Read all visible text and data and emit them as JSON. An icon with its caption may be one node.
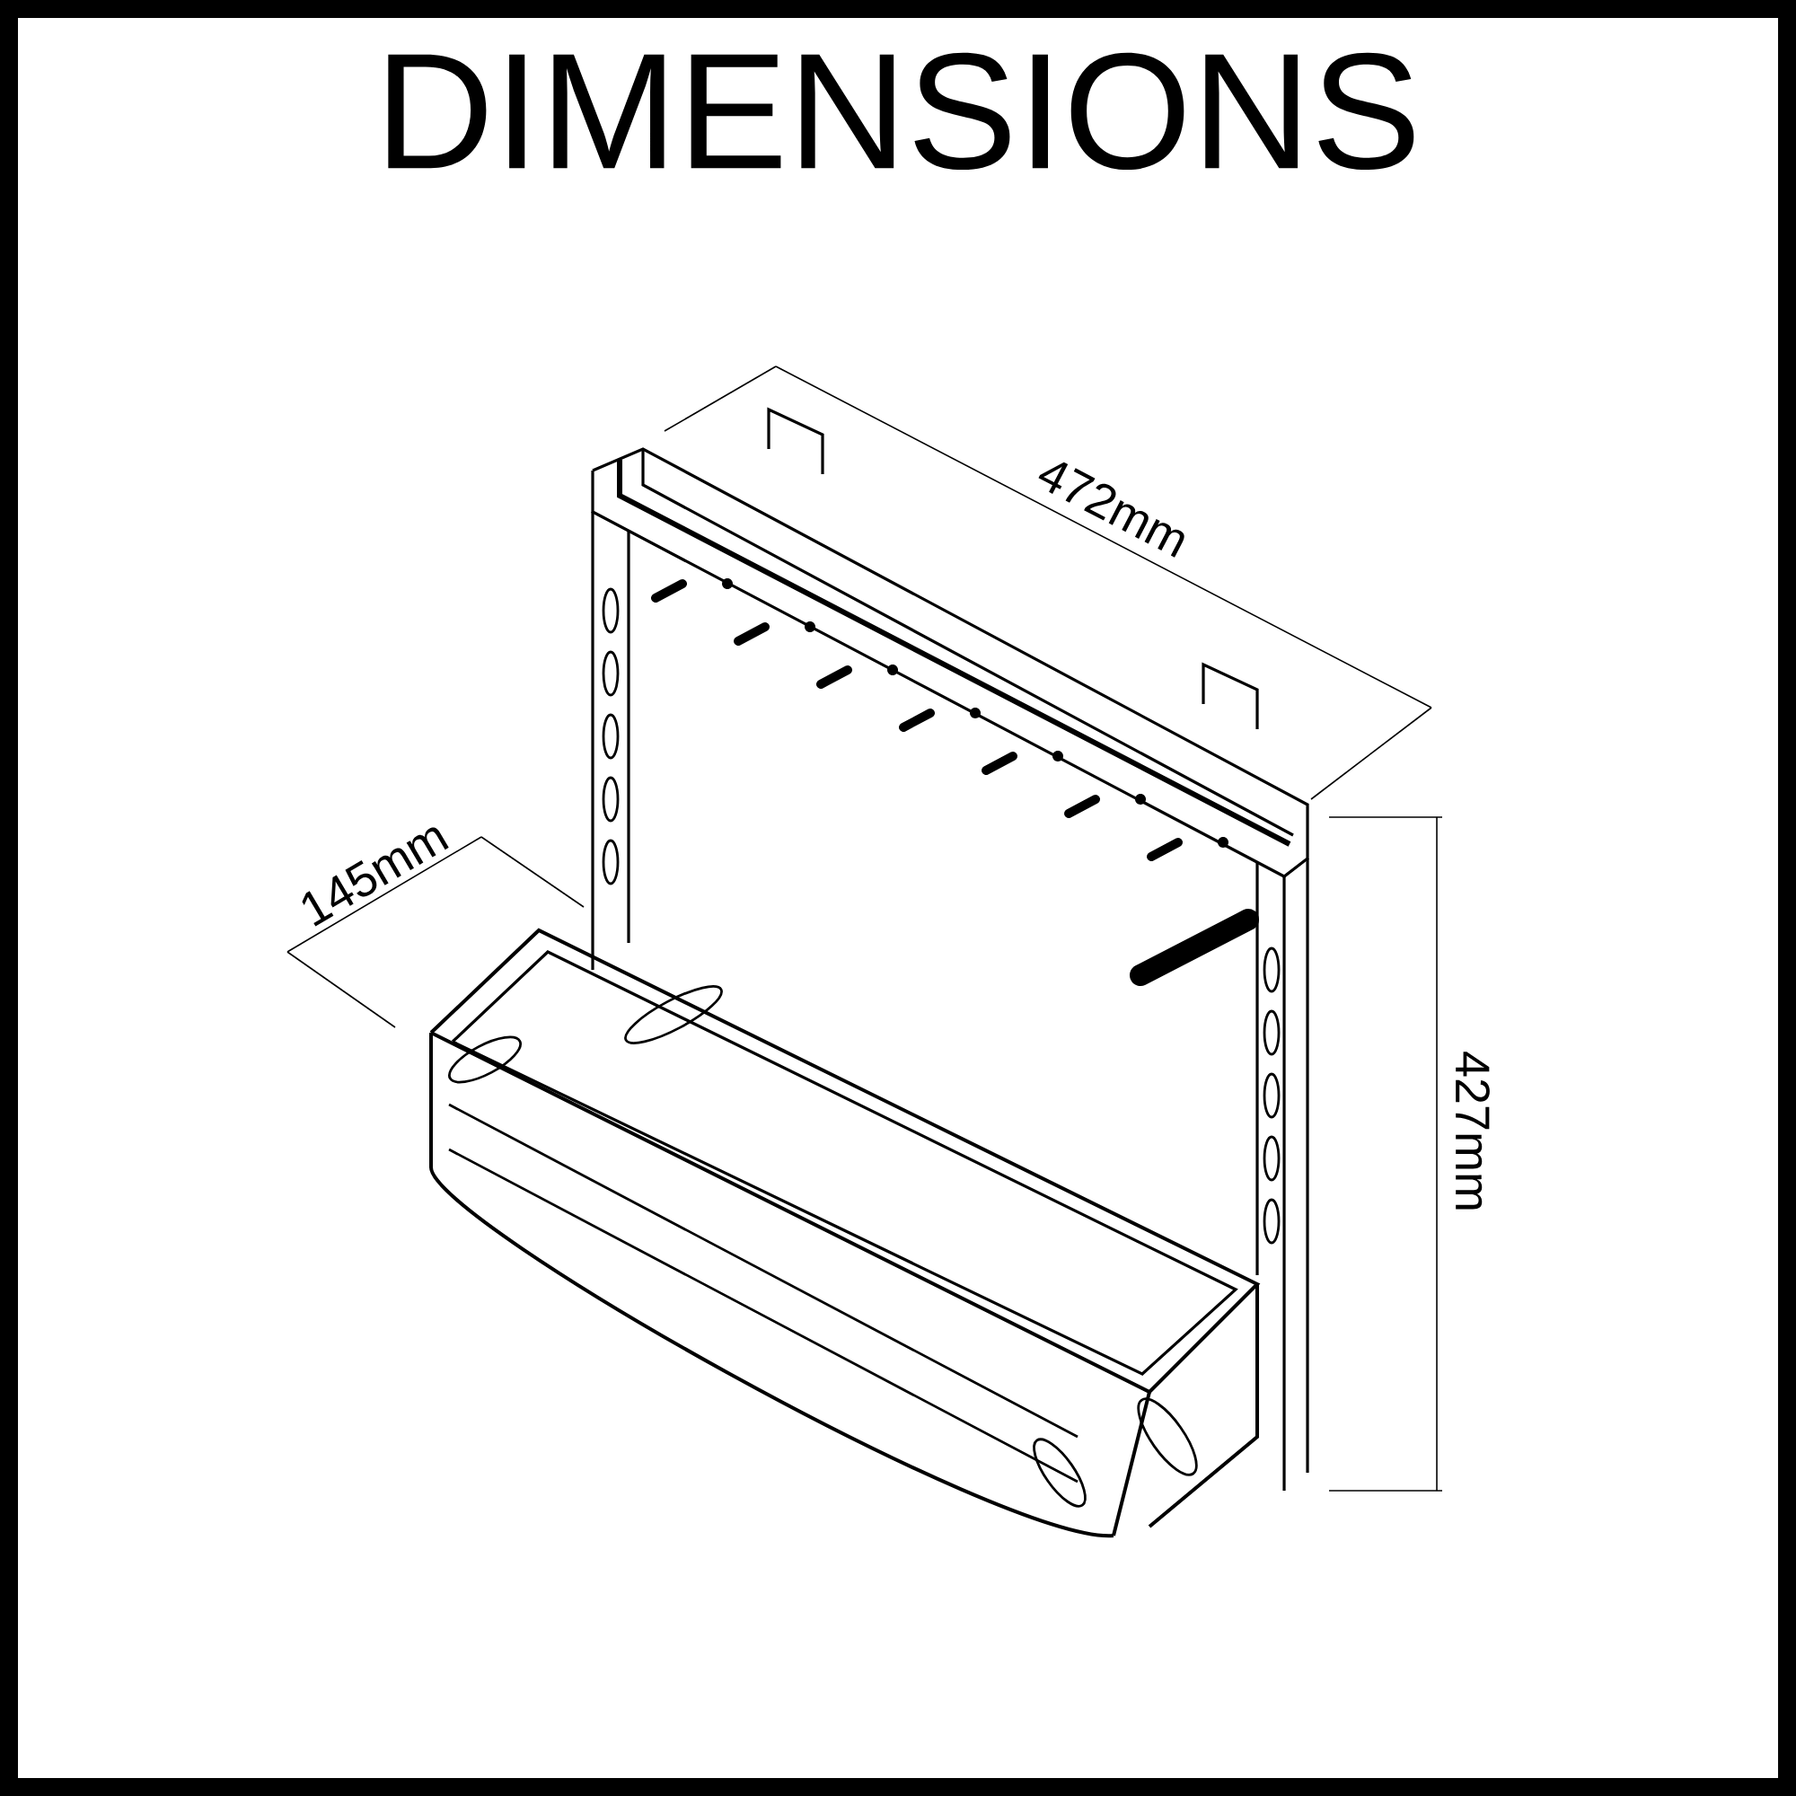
{
  "diagram": {
    "title": "DIMENSIONS",
    "labels": [
      "472mm",
      "145mm",
      "427mm"
    ]
  }
}
